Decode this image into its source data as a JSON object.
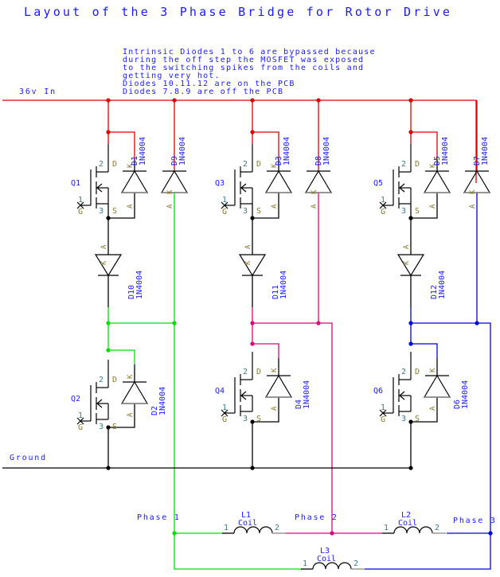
{
  "title": "Layout of the 3 Phase Bridge for Rotor Drive",
  "note_lines": [
    "Intrinsic Diodes 1 to 6 are bypassed because",
    "during the off step the MOSFET was exposed",
    "to the switching spikes from the coils and",
    "getting very hot.",
    "Diodes 10.11.12 are on the PCB",
    "Diodes 7.8.9 are off the PCB"
  ],
  "nets": {
    "supply": {
      "label": "36v In",
      "color": "#e00000"
    },
    "ground": {
      "label": "Ground",
      "color": "#000000"
    },
    "phase1": {
      "label": "Phase 1",
      "color": "#00e000"
    },
    "phase2": {
      "label": "Phase 2",
      "color": "#e0007a"
    },
    "phase3": {
      "label": "Phase 3",
      "color": "#0000e0"
    }
  },
  "mosfets": [
    {
      "ref": "Q1",
      "pin_drain": "2",
      "pin_gate": "1",
      "pin_source": "3",
      "name_drain": "D",
      "name_gate": "G",
      "name_source": "S"
    },
    {
      "ref": "Q2",
      "pin_drain": "2",
      "pin_gate": "1",
      "pin_source": "3",
      "name_drain": "D",
      "name_gate": "G",
      "name_source": "S"
    },
    {
      "ref": "Q3",
      "pin_drain": "2",
      "pin_gate": "1",
      "pin_source": "3",
      "name_drain": "D",
      "name_gate": "G",
      "name_source": "S"
    },
    {
      "ref": "Q4",
      "pin_drain": "2",
      "pin_gate": "1",
      "pin_source": "3",
      "name_drain": "D",
      "name_gate": "G",
      "name_source": "S"
    },
    {
      "ref": "Q5",
      "pin_drain": "2",
      "pin_gate": "1",
      "pin_source": "3",
      "name_drain": "D",
      "name_gate": "G",
      "name_source": "S"
    },
    {
      "ref": "Q6",
      "pin_drain": "2",
      "pin_gate": "1",
      "pin_source": "3",
      "name_drain": "D",
      "name_gate": "G",
      "name_source": "S"
    }
  ],
  "diodes": [
    {
      "ref": "D1",
      "part": "1N4004"
    },
    {
      "ref": "D2",
      "part": "1N4004"
    },
    {
      "ref": "D3",
      "part": "1N4004"
    },
    {
      "ref": "D4",
      "part": "1N4004"
    },
    {
      "ref": "D5",
      "part": "1N4004"
    },
    {
      "ref": "D6",
      "part": "1N4004"
    },
    {
      "ref": "D7",
      "part": "1N4004"
    },
    {
      "ref": "D8",
      "part": "1N4004"
    },
    {
      "ref": "D9",
      "part": "1N4004"
    },
    {
      "ref": "D10",
      "part": "1N4004"
    },
    {
      "ref": "D11",
      "part": "1N4004"
    },
    {
      "ref": "D12",
      "part": "1N4004"
    }
  ],
  "diode_pins": {
    "anode": "A",
    "cathode": "K"
  },
  "coils": [
    {
      "ref": "L1",
      "value": "Coil",
      "pin1": "1",
      "pin2": "2"
    },
    {
      "ref": "L2",
      "value": "Coil",
      "pin1": "1",
      "pin2": "2"
    },
    {
      "ref": "L3",
      "value": "Coil",
      "pin1": "1",
      "pin2": "2"
    }
  ]
}
